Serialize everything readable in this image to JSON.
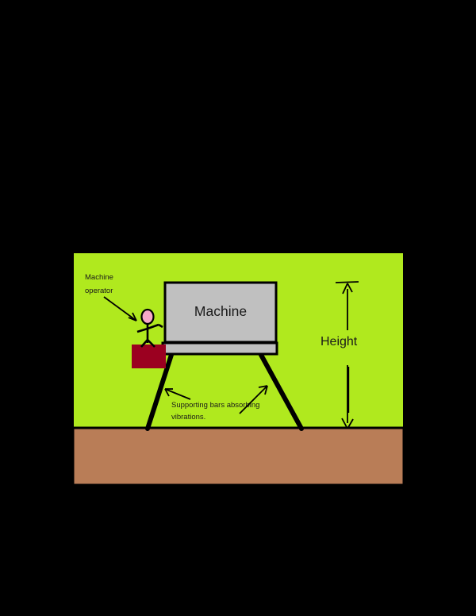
{
  "figure": {
    "type": "technical-sketch",
    "title_text": "",
    "background_color": "#000000",
    "scene": {
      "sky_panel": {
        "name": "green background panel",
        "color": "#b0e91e",
        "border_color": "#000000"
      },
      "ground_panel": {
        "name": "ground",
        "color": "#b97d57",
        "border_color": "#000000"
      }
    },
    "machine": {
      "label": "Machine",
      "body_color": "#c0c0c0",
      "border_color": "#000000",
      "base_color": "#c0c0c0"
    },
    "operator": {
      "label_line1": "Machine",
      "label_line2": "operator",
      "head_color": "#f7a8c8",
      "body_color": "#000000",
      "platform_color": "#9b0020"
    },
    "supports": {
      "label_line1": "Supporting bars absorbing",
      "label_line2": "vibrations.",
      "color": "#000000"
    },
    "dimension": {
      "label": "Height",
      "color": "#000000"
    }
  }
}
